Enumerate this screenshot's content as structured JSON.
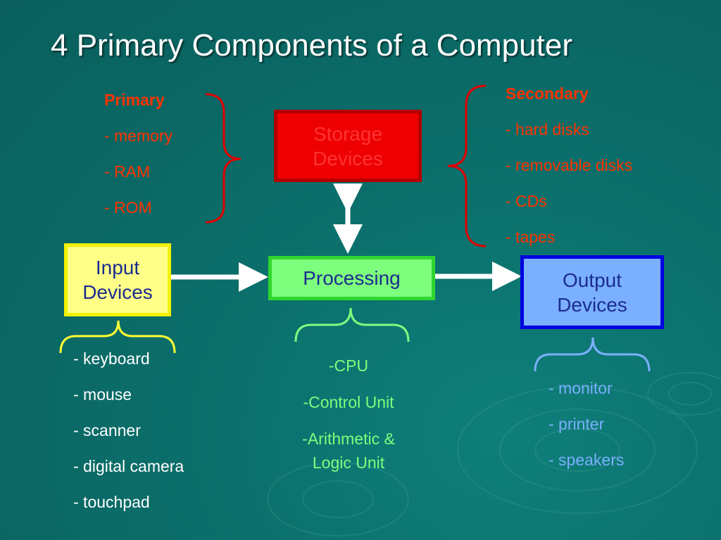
{
  "title": "4 Primary Components of a Computer",
  "boxes": {
    "storage": "Storage\nDevices",
    "input": "Input\nDevices",
    "processing": "Processing",
    "output": "Output\nDevices"
  },
  "primary": {
    "heading": "Primary",
    "items": [
      "- memory",
      "- RAM",
      "- ROM"
    ]
  },
  "secondary": {
    "heading": "Secondary",
    "items": [
      "- hard disks",
      "- removable disks",
      "- CDs",
      "- tapes"
    ]
  },
  "input_list": [
    "- keyboard",
    "- mouse",
    "- scanner",
    "- digital camera",
    "- touchpad"
  ],
  "processing_list": [
    "-CPU",
    "-Control Unit",
    "-Arithmetic & Logic Unit"
  ],
  "output_list": [
    "- monitor",
    "- printer",
    "- speakers"
  ],
  "colors": {
    "background": "#0b6e6a",
    "storage_fill": "#ee0000",
    "input_fill": "#ffff88",
    "processing_fill": "#7dff7d",
    "output_fill": "#7ab0ff",
    "label_red": "#ff3300",
    "label_green": "#7dff7d",
    "label_blue": "#7ab0ff",
    "box_text": "#1b2c8f"
  }
}
